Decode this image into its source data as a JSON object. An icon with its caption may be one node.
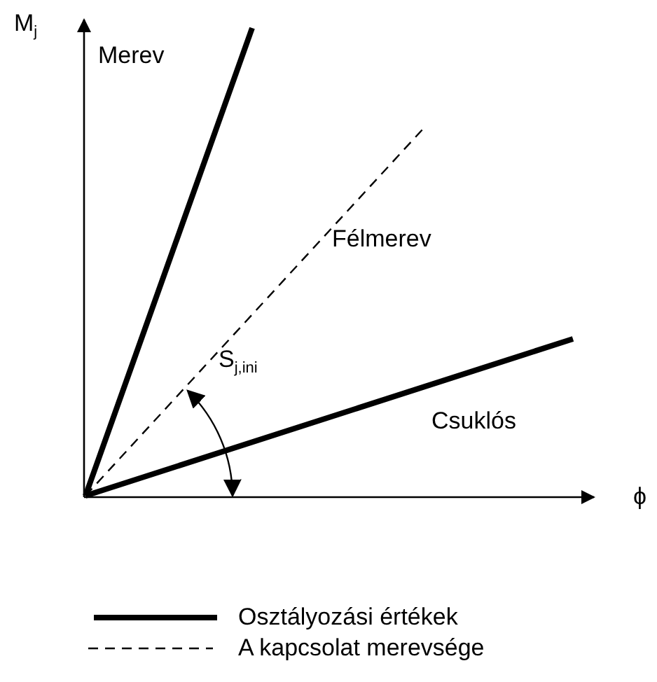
{
  "diagram": {
    "labels": [
      "M$_{j}$",
      "Merev",
      "Félmerev",
      "S$_{j,ini}$",
      "Csuklós",
      "ϕ"
    ],
    "legend": [
      {
        "text": "Osztályozási értékek"
      },
      {
        "text": "A kapcsolat merevsége"
      }
    ]
  }
}
